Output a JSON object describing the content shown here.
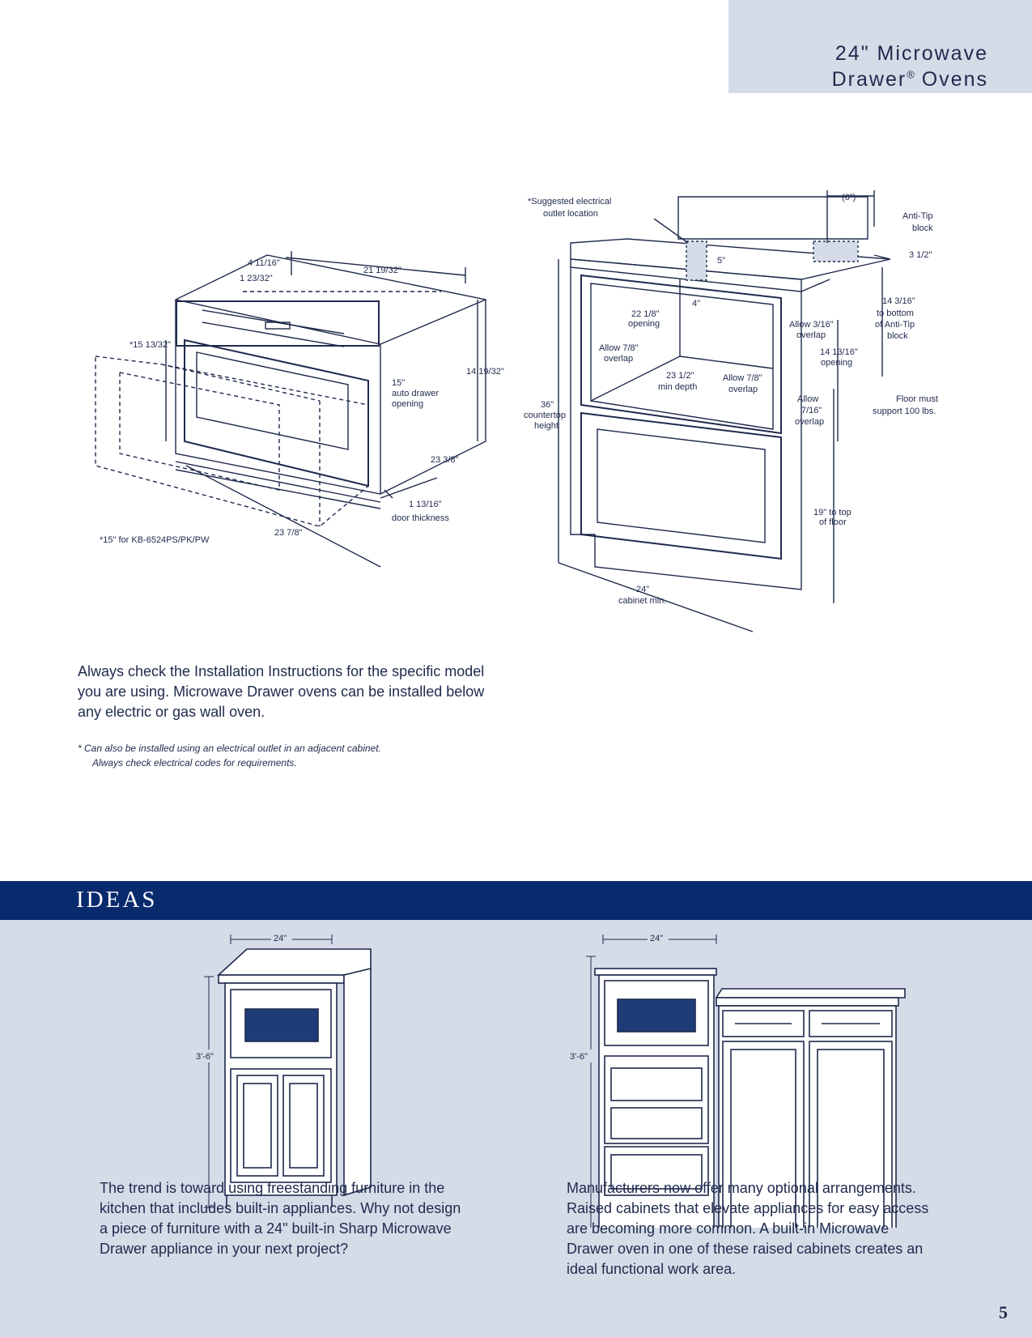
{
  "header": {
    "title_line1": "24\" Microwave",
    "title_line2": "Drawer",
    "title_reg": "®",
    "title_line2_end": "Ovens"
  },
  "left_diagram": {
    "d_4_11_16": "4 11/16\"",
    "d_1_23_32": "1 23/32\"",
    "d_21_19_32": "21 19/32\"",
    "d_15_13_32": "*15 13/32\"",
    "d_14_19_32": "14 19/32\"",
    "d_15_auto_1": "15\"",
    "d_15_auto_2": "auto drawer",
    "d_15_auto_3": "opening",
    "d_23_3_8": "23 3/8\"",
    "d_1_13_16": "1 13/16\"",
    "d_door": "door thickness",
    "d_23_7_8": "23 7/8\"",
    "note": "*15\" for KB-6524PS/PK/PW"
  },
  "right_diagram": {
    "outlet_1": "*Suggested electrical",
    "outlet_2": "outlet location",
    "six": "(6\")",
    "antitip_1": "Anti-Tip",
    "antitip_2": "block",
    "five": "5\"",
    "three_half": "3 1/2\"",
    "four": "4\"",
    "d_22_1": "22 1/8\"",
    "d_22_2": "opening",
    "allow316_1": "Allow 3/16\"",
    "allow316_2": "overlap",
    "d_14_3_1": "14 3/16\"",
    "d_14_3_2": "to bottom",
    "d_14_3_3": "of Anti-Tip",
    "d_14_3_4": "block",
    "allow78a_1": "Allow 7/8\"",
    "allow78a_2": "overlap",
    "d_14_13_1": "14 13/16\"",
    "d_14_13_2": "opening",
    "d_23_1": "23 1/2\"",
    "d_23_2": "min depth",
    "allow78b_1": "Allow 7/8\"",
    "allow78b_2": "overlap",
    "d_36_1": "36\"",
    "d_36_2": "countertop",
    "d_36_3": "height",
    "allow716_1": "Allow",
    "allow716_2": "7/16\"",
    "allow716_3": "overlap",
    "floor_1": "Floor must",
    "floor_2": "support 100 lbs.",
    "d_19_1": "19\" to top",
    "d_19_2": "of floor",
    "d_24_1": "24\"",
    "d_24_2": "cabinet min."
  },
  "intro": "Always check the Installation Instructions for the specific model you are using. Microwave Drawer ovens can be installed below any electric or gas wall oven.",
  "footnote": {
    "line1": "*   Can also be installed using an electrical outlet in an adjacent cabinet.",
    "line2": "Always check electrical codes for requirements."
  },
  "ideas": {
    "title": "IDEAS",
    "left_width": "24\"",
    "left_height": "3'-6\"",
    "right_width": "24\"",
    "right_height": "3'-6\"",
    "left_text": "The trend is toward using freestanding furniture in the kitchen that includes built-in appliances. Why not design a piece of furniture with a 24\" built-in Sharp Microwave Drawer appliance in your next project?",
    "right_text": "Manufacturers now offer many optional arrangements. Raised cabinets that elevate appliances for easy access are becoming more common. A built-in Microwave Drawer oven in one of these raised cabinets creates an ideal functional work area."
  },
  "page_number": "5",
  "colors": {
    "navy": "#0a2a6e",
    "ink": "#1f2a4d",
    "panel": "#d5dce8",
    "screen": "#1f3c78"
  }
}
